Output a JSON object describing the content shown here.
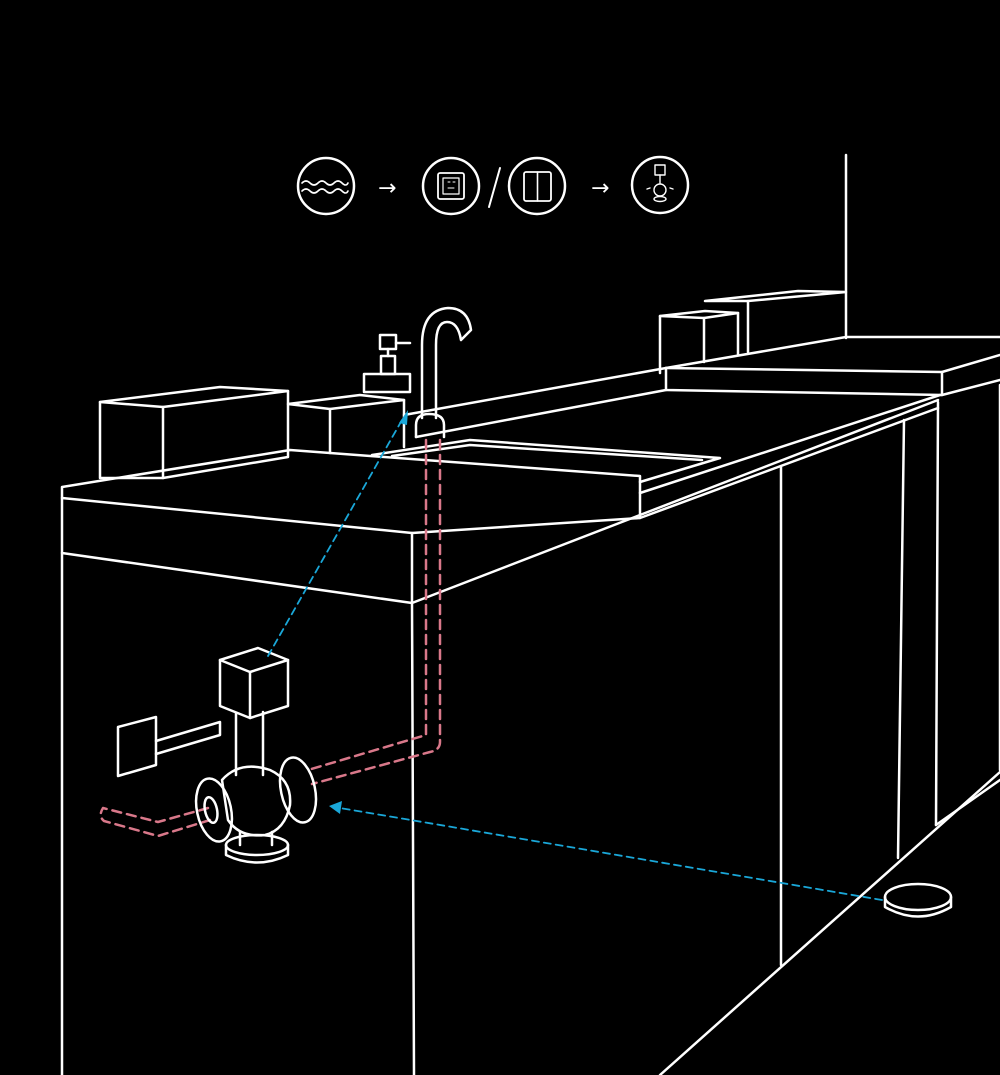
{
  "workflow": {
    "steps": [
      {
        "icon": "water-leak-sensor-icon"
      },
      {
        "icon": "smart-switch-icon"
      },
      {
        "icon": "wall-switch-icon"
      },
      {
        "icon": "motorized-valve-icon"
      }
    ],
    "arrow_glyph": "→",
    "or_separator": "/"
  },
  "colors": {
    "background": "#000000",
    "line": "#ffffff",
    "signal": "#1aa7d8",
    "water_pipe": "#d9788a"
  },
  "scene": {
    "objects": [
      "kitchen-counter",
      "sink",
      "faucet",
      "soap-dispenser",
      "motorized-valve",
      "wall-switch",
      "water-leak-sensor"
    ]
  }
}
